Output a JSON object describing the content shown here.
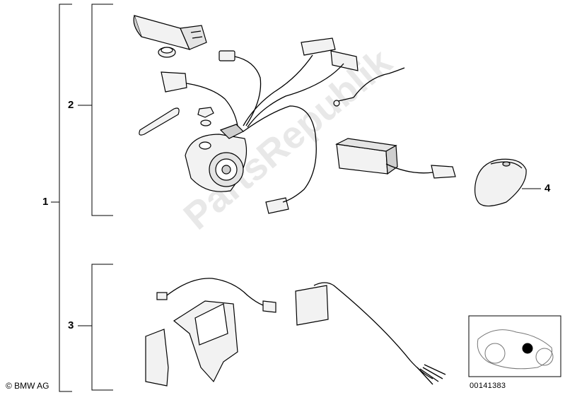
{
  "labels": {
    "item1": "1",
    "item2": "2",
    "item3": "3",
    "item4": "4"
  },
  "footer": {
    "copyright": "© BMW AG",
    "diagram_number": "00141383"
  },
  "watermark": {
    "text": "PartsRepublik"
  },
  "colors": {
    "line": "#000000",
    "watermark": "#e8e8e8",
    "part_fill": "#f2f2f2",
    "part_shade": "#cfcfcf"
  }
}
